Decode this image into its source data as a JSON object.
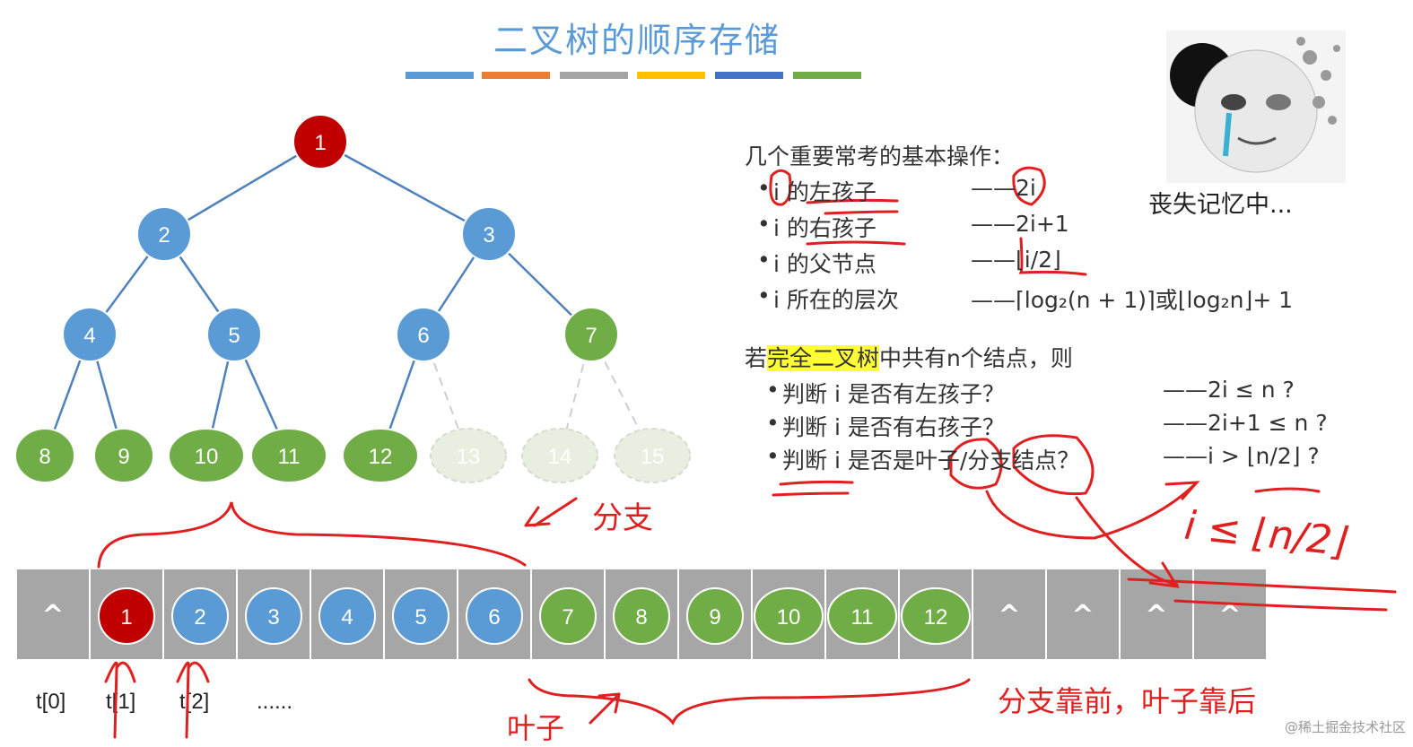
{
  "title": "二叉树的顺序存储",
  "title_bar_colors": [
    "#5b9bd5",
    "#ed7d31",
    "#a5a5a5",
    "#ffc000",
    "#4472c4",
    "#70ad47"
  ],
  "tree_nodes": [
    {
      "label": "1",
      "color": "red"
    },
    {
      "label": "2",
      "color": "blue"
    },
    {
      "label": "3",
      "color": "blue"
    },
    {
      "label": "4",
      "color": "blue"
    },
    {
      "label": "5",
      "color": "blue"
    },
    {
      "label": "6",
      "color": "blue"
    },
    {
      "label": "7",
      "color": "green"
    },
    {
      "label": "8",
      "color": "green"
    },
    {
      "label": "9",
      "color": "green"
    },
    {
      "label": "10",
      "color": "green"
    },
    {
      "label": "11",
      "color": "green"
    },
    {
      "label": "12",
      "color": "green"
    },
    {
      "label": "13",
      "color": "ghost"
    },
    {
      "label": "14",
      "color": "ghost"
    },
    {
      "label": "15",
      "color": "ghost"
    }
  ],
  "ops": {
    "heading": "几个重要常考的基本操作：",
    "items": [
      {
        "left": "i 的左孩子",
        "right": "——2i"
      },
      {
        "left": "i 的右孩子",
        "right": "——2i+1"
      },
      {
        "left": "i 的父节点",
        "right": "——⌊i/2⌋"
      },
      {
        "left": "i 所在的层次",
        "right": "——⌈log₂(n + 1)⌉或⌊log₂n⌋+ 1"
      }
    ]
  },
  "complete": {
    "prefix": "若",
    "highlight": "完全二叉树",
    "suffix": "中共有n个结点，则",
    "items": [
      {
        "left": "判断 i 是否有左孩子？",
        "right": "——2i ≤ n ?"
      },
      {
        "left": "判断 i 是否有右孩子？",
        "right": "——2i+1 ≤ n ?"
      },
      {
        "left": "判断 i 是否是叶子/分支结点？",
        "right": "——i > ⌊n/2⌋ ?"
      }
    ]
  },
  "meme_caption": "丧失记忆中...",
  "array_cells": [
    {
      "label": "^",
      "color": "none"
    },
    {
      "label": "1",
      "color": "red"
    },
    {
      "label": "2",
      "color": "blue"
    },
    {
      "label": "3",
      "color": "blue"
    },
    {
      "label": "4",
      "color": "blue"
    },
    {
      "label": "5",
      "color": "blue"
    },
    {
      "label": "6",
      "color": "blue"
    },
    {
      "label": "7",
      "color": "green"
    },
    {
      "label": "8",
      "color": "green"
    },
    {
      "label": "9",
      "color": "green"
    },
    {
      "label": "10",
      "color": "green"
    },
    {
      "label": "11",
      "color": "green"
    },
    {
      "label": "12",
      "color": "green"
    },
    {
      "label": "^",
      "color": "none"
    },
    {
      "label": "^",
      "color": "none"
    },
    {
      "label": "^",
      "color": "none"
    },
    {
      "label": "^",
      "color": "none"
    }
  ],
  "index_labels": [
    "t[0]",
    "t[1]",
    "t[2]",
    "......"
  ],
  "annotations": {
    "branch": "分支",
    "leaf": "叶子",
    "branch_front": "分支靠前，叶子靠后",
    "handwritten": "i ≤ ⌊n/2⌋"
  },
  "watermark": "@稀土掘金技术社区",
  "colors": {
    "red": "#c00000",
    "blue": "#5b9bd5",
    "green": "#70ad47",
    "ghost": "#e8efe0",
    "annot": "#e02020"
  }
}
